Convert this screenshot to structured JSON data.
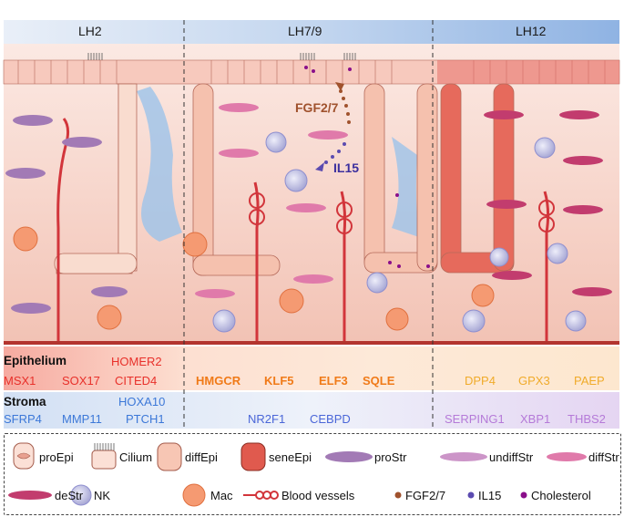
{
  "phases": [
    {
      "label": "LH2"
    },
    {
      "label": "LH7/9"
    },
    {
      "label": "LH12"
    }
  ],
  "signals": {
    "fgf": "FGF2/7",
    "il15": "IL15"
  },
  "epithelium": {
    "header": "Epithelium",
    "genes": [
      "HOMER2",
      "MSX1",
      "SOX17",
      "CITED4",
      "HMGCR",
      "KLF5",
      "ELF3",
      "SQLE",
      "DPP4",
      "GPX3",
      "PAEP"
    ]
  },
  "stroma": {
    "header": "Stroma",
    "genes": [
      "HOXA10",
      "SFRP4",
      "MMP11",
      "PTCH1",
      "NR2F1",
      "CEBPD",
      "SERPING1",
      "XBP1",
      "THBS2"
    ]
  },
  "legend": {
    "items": [
      "proEpi",
      "Cilium",
      "diffEpi",
      "seneEpi",
      "proStr",
      "undiffStr",
      "diffStr",
      "deStr",
      "NK",
      "Mac",
      "Blood vessels",
      "FGF2/7",
      "IL15",
      "Cholesterol"
    ]
  },
  "colors": {
    "epithelium_red": "#e8302a",
    "epithelium_orange": "#f07a18",
    "epithelium_yellow": "#f0ab2a",
    "stroma_blue": "#3c78d8",
    "stroma_purple": "#b57ad8",
    "header_blue": "#9fbde6",
    "fgf_brown": "#a0522d",
    "il15_purple": "#5b4bb0",
    "cholesterol": "#8a0f8a"
  }
}
